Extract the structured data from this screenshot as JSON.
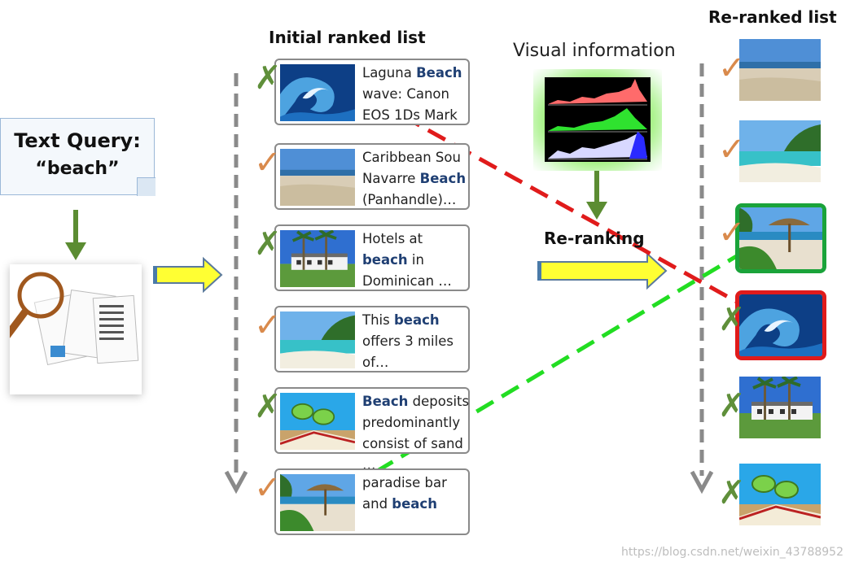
{
  "query": {
    "line1": "Text Query:",
    "line2": "“beach”"
  },
  "initial_list": {
    "title": "Initial ranked list",
    "items": [
      {
        "segments": [
          [
            "Laguna ",
            false
          ],
          [
            "Beach",
            true
          ],
          [
            "\n",
            false
          ],
          [
            "wave: Canon",
            false
          ],
          [
            "\n",
            false
          ],
          [
            "EOS 1Ds Mark",
            false
          ]
        ],
        "mark": "✗",
        "image": "wave"
      },
      {
        "segments": [
          [
            "Caribbean Sou",
            false
          ],
          [
            "\n",
            false
          ],
          [
            "Navarre ",
            false
          ],
          [
            "Beach",
            true
          ],
          [
            "\n",
            false
          ],
          [
            "(Panhandle)…",
            false
          ]
        ],
        "mark": "✓",
        "image": "sand-beach"
      },
      {
        "segments": [
          [
            "Hotels  at",
            false
          ],
          [
            "\n",
            false
          ],
          [
            "beach",
            true
          ],
          [
            " in",
            false
          ],
          [
            "\n",
            false
          ],
          [
            "Dominican …",
            false
          ]
        ],
        "mark": "✗",
        "image": "hotel"
      },
      {
        "segments": [
          [
            "This ",
            false
          ],
          [
            "beach",
            true
          ],
          [
            "\n",
            false
          ],
          [
            "offers 3 miles",
            false
          ],
          [
            "\n",
            false
          ],
          [
            "of…",
            false
          ]
        ],
        "mark": "✓",
        "image": "island-beach"
      },
      {
        "segments": [
          [
            "Beach",
            true
          ],
          [
            " deposits",
            false
          ],
          [
            "\n",
            false
          ],
          [
            "predominantly",
            false
          ],
          [
            "\n",
            false
          ],
          [
            "consist of sand",
            false
          ],
          [
            "\n",
            false
          ],
          [
            "…",
            false
          ]
        ],
        "mark": "✗",
        "image": "book"
      },
      {
        "segments": [
          [
            "paradise bar",
            false
          ],
          [
            "\n",
            false
          ],
          [
            "and ",
            false
          ],
          [
            "beach",
            true
          ]
        ],
        "mark": "✓",
        "image": "umbrella-beach"
      }
    ]
  },
  "visual": {
    "title": "Visual information"
  },
  "rerank": {
    "label": "Re-ranking"
  },
  "reranked_list": {
    "title": "Re-ranked list",
    "items": [
      {
        "mark": "✓",
        "image": "sand-beach",
        "highlight": ""
      },
      {
        "mark": "✓",
        "image": "island-beach",
        "highlight": ""
      },
      {
        "mark": "✓",
        "image": "umbrella-beach",
        "highlight": "#1aa33a"
      },
      {
        "mark": "✗",
        "image": "wave",
        "highlight": "#e01b1b"
      },
      {
        "mark": "✗",
        "image": "hotel",
        "highlight": ""
      },
      {
        "mark": "✗",
        "image": "book",
        "highlight": ""
      }
    ]
  },
  "watermark": "https://blog.csdn.net/weixin_43788952",
  "colors": {
    "check": "#d98a4c",
    "cross": "#5f8f3a",
    "arrow_green": "#5b8c32",
    "yellow": "#ffff33",
    "red_line": "#e01b1b",
    "green_line": "#22dd22"
  }
}
